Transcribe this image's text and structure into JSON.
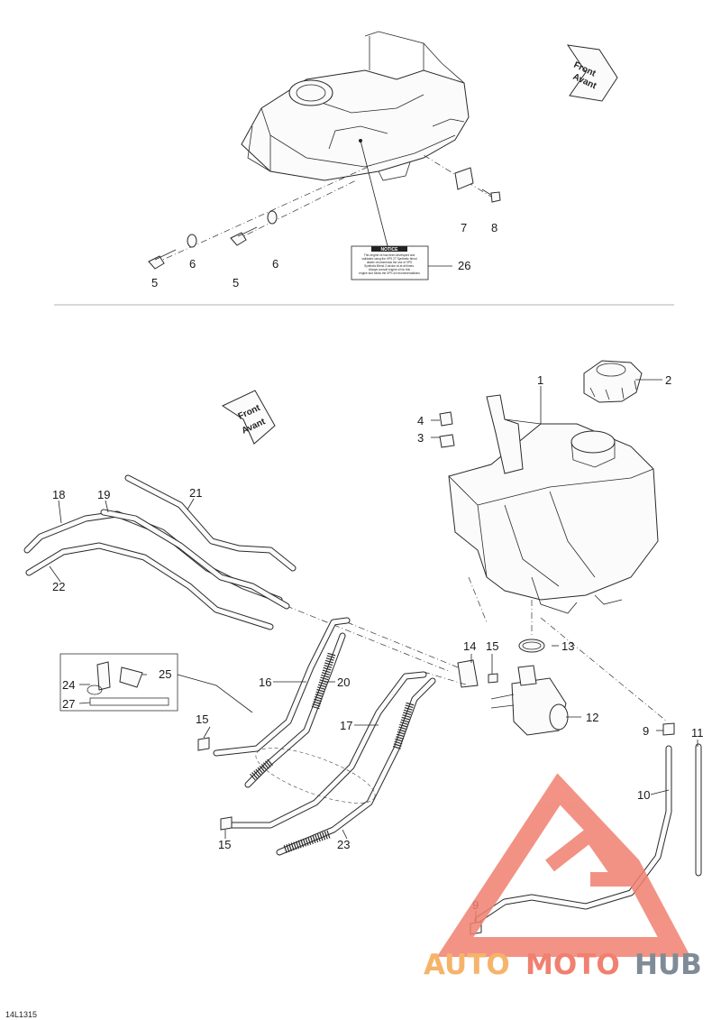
{
  "front_arrow": {
    "line1": "Front",
    "line2": "Avant"
  },
  "notice": {
    "title": "NOTICE",
    "lines": [
      "This engine oil has been developed and",
      "validated using the XPS 2T Synthetic blend",
      "dealer recommends the use of XPS",
      "Synthetic Blend 2-stroke oil at all times.",
      "Always consult engine oil for this",
      "engine and follow the XPS oil recommendations"
    ]
  },
  "labels": {
    "l1": "1",
    "l2": "2",
    "l3": "3",
    "l4": "4",
    "l5a": "5",
    "l5b": "5",
    "l6a": "6",
    "l6b": "6",
    "l7": "7",
    "l8": "8",
    "l9a": "9",
    "l9b": "9",
    "l10": "10",
    "l11": "11",
    "l12": "12",
    "l13": "13",
    "l14": "14",
    "l15a": "15",
    "l15b": "15",
    "l15c": "15",
    "l16": "16",
    "l17": "17",
    "l18": "18",
    "l19": "19",
    "l20": "20",
    "l21": "21",
    "l22": "22",
    "l23": "23",
    "l24": "24",
    "l25": "25",
    "l26": "26",
    "l27": "27"
  },
  "drawing_ref": "14L1315",
  "watermark": {
    "part1": "AUTO",
    "part2": "MOTO",
    "part3": "HUB"
  },
  "colors": {
    "watermark_red": "#f08070",
    "watermark_orange": "#f6b36a",
    "watermark_gray": "#7f8c97"
  }
}
